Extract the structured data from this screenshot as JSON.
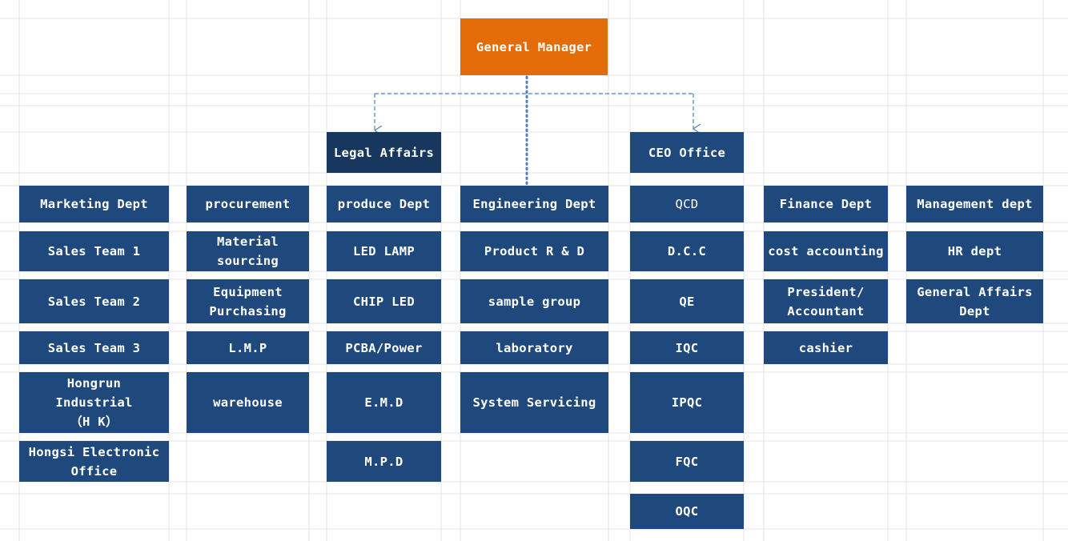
{
  "colors": {
    "box": "#1f497d",
    "legal": "#17375e",
    "manager": "#e36c09",
    "connector": "#4f81bd",
    "grid": "#e3e3e3"
  },
  "chart": {
    "general_manager": "General Manager",
    "legal_affairs": "Legal Affairs",
    "ceo_office": "CEO Office",
    "columns": [
      {
        "id": "marketing",
        "items": [
          "Marketing Dept",
          "Sales Team 1",
          "Sales Team 2",
          "Sales Team 3",
          "Hongrun\nIndustrial\n（H K）",
          "Hongsi Electronic\nOffice"
        ]
      },
      {
        "id": "procurement",
        "items": [
          "procurement",
          "Material\nsourcing",
          "Equipment\nPurchasing",
          "L.M.P",
          "warehouse"
        ]
      },
      {
        "id": "produce",
        "items": [
          "produce Dept",
          "LED LAMP",
          "CHIP LED",
          "PCBA/Power",
          "E.M.D",
          "M.P.D"
        ]
      },
      {
        "id": "engineering",
        "items": [
          "Engineering Dept",
          "Product R & D",
          "sample group",
          "laboratory",
          "System Servicing"
        ]
      },
      {
        "id": "quality",
        "items": [
          "QCD",
          "D.C.C",
          "QE",
          "IQC",
          "IPQC",
          "FQC",
          "OQC"
        ]
      },
      {
        "id": "finance",
        "items": [
          "Finance Dept",
          "cost accounting",
          "President/\nAccountant",
          "cashier"
        ]
      },
      {
        "id": "management",
        "items": [
          "Management dept",
          "HR dept",
          "General Affairs\nDept"
        ]
      }
    ]
  }
}
